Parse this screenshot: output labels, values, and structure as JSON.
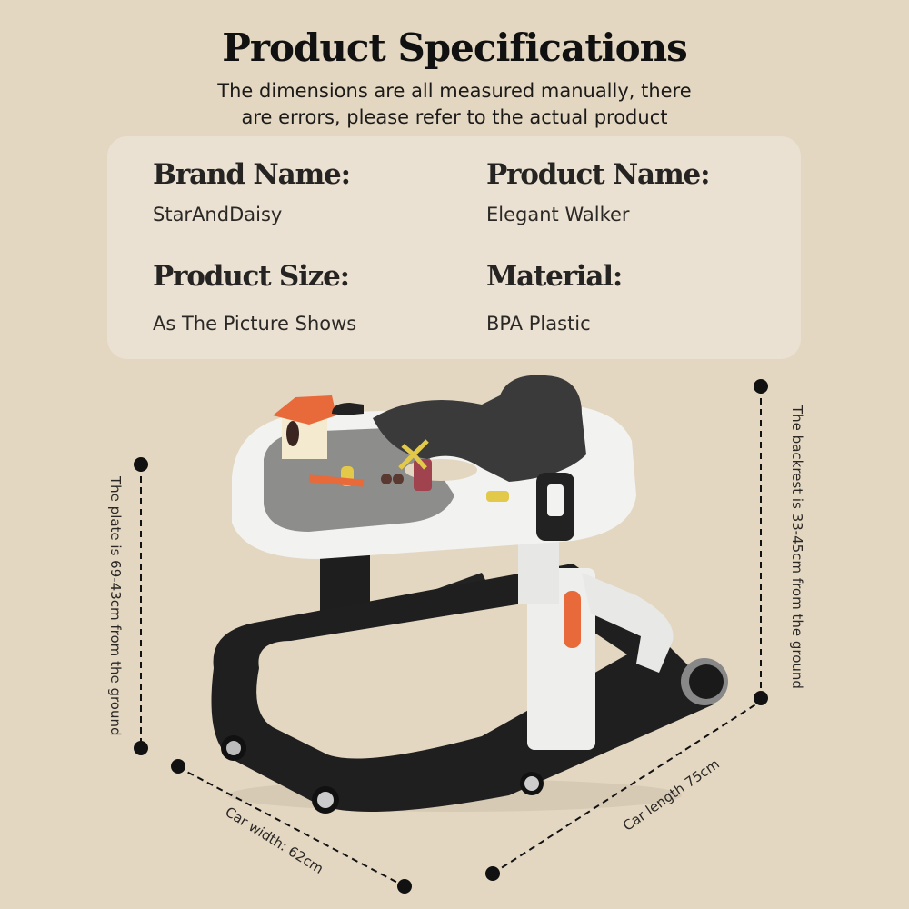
{
  "header": {
    "title": "Product Specifications",
    "subtitle_line1": "The dimensions are all measured manually, there",
    "subtitle_line2": "are errors, please refer to the actual product"
  },
  "specs": [
    {
      "label": "Brand Name:",
      "value": "StarAndDaisy"
    },
    {
      "label": "Product Name:",
      "value": "Elegant Walker"
    },
    {
      "label": "Product Size:",
      "value": "As The Picture Shows"
    },
    {
      "label": "Material:",
      "value": "BPA Plastic"
    }
  ],
  "dimensions": {
    "plate_height": "The plate is 69-43cm from the ground",
    "backrest_height": "The backrest is 33-45cm from the ground",
    "width": "Car width: 62cm",
    "length": "Car length 75cm"
  },
  "product_image": {
    "subject": "baby-walker",
    "colors": {
      "frame": "#1f1f1f",
      "body": "#f2f2f0",
      "seat": "#3a3a3a",
      "tray": "#8d8d8b",
      "accent": "#e8693a",
      "toy_yellow": "#e3c94a"
    }
  },
  "colors": {
    "background": "#e3d7c2",
    "card": "#ebe1d2",
    "text": "#1c1a18"
  }
}
